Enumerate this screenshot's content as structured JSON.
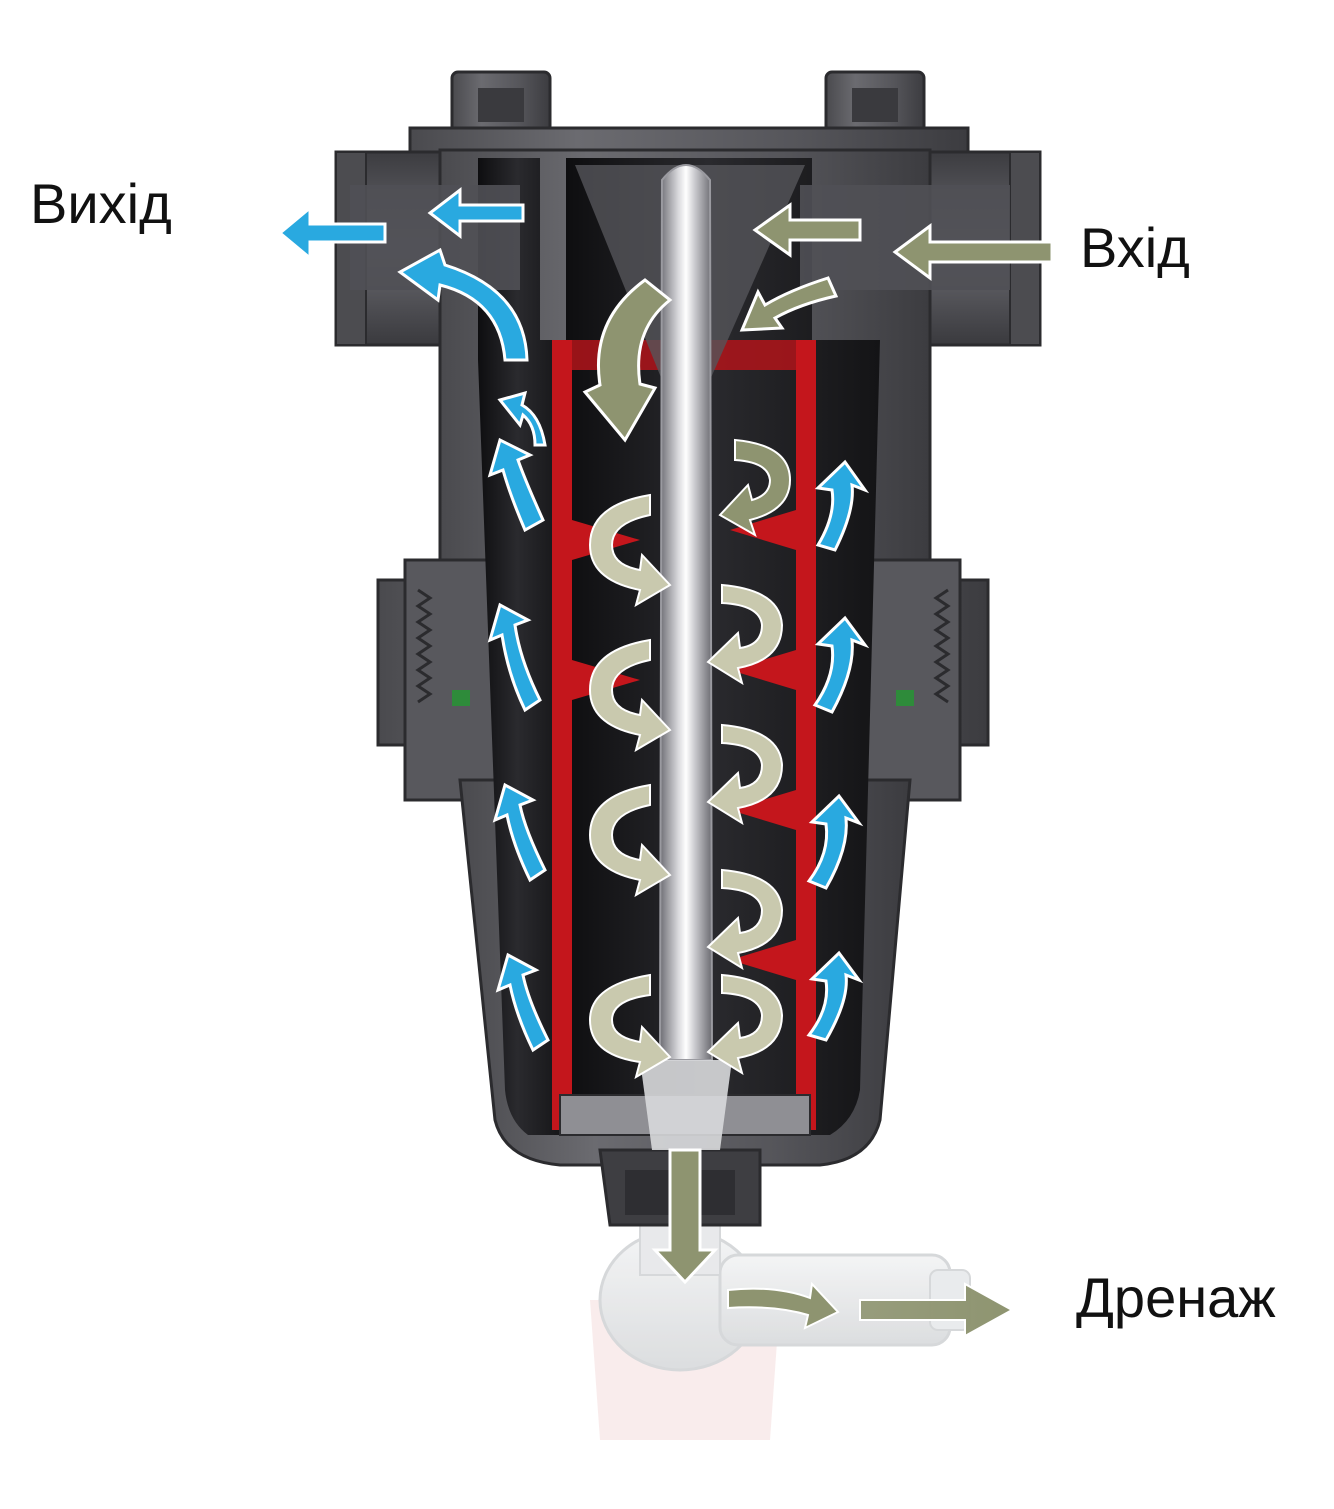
{
  "labels": {
    "outlet": "Вихід",
    "inlet": "Вхід",
    "drain": "Дренаж"
  },
  "colors": {
    "body_dark": "#3f3f42",
    "body_mid": "#5a5a5e",
    "body_light": "#7a7a7e",
    "interior": "#1a1a1d",
    "screen_red": "#c4161c",
    "clean_flow": "#29a9e0",
    "dirty_flow": "#8e9470",
    "dirty_flow_light": "#c9c9ae",
    "core_light": "#e8e8ea",
    "seal_green": "#2e8b3a",
    "drain_valve": "#e2e4e6"
  },
  "icons": {
    "outlet_arrow": "arrow-left-icon",
    "inlet_arrow": "arrow-left-icon",
    "drain_arrow": "arrow-right-icon",
    "clean_swirl": "curved-arrow-up-icon",
    "dirty_swirl": "curved-arrow-down-icon"
  }
}
